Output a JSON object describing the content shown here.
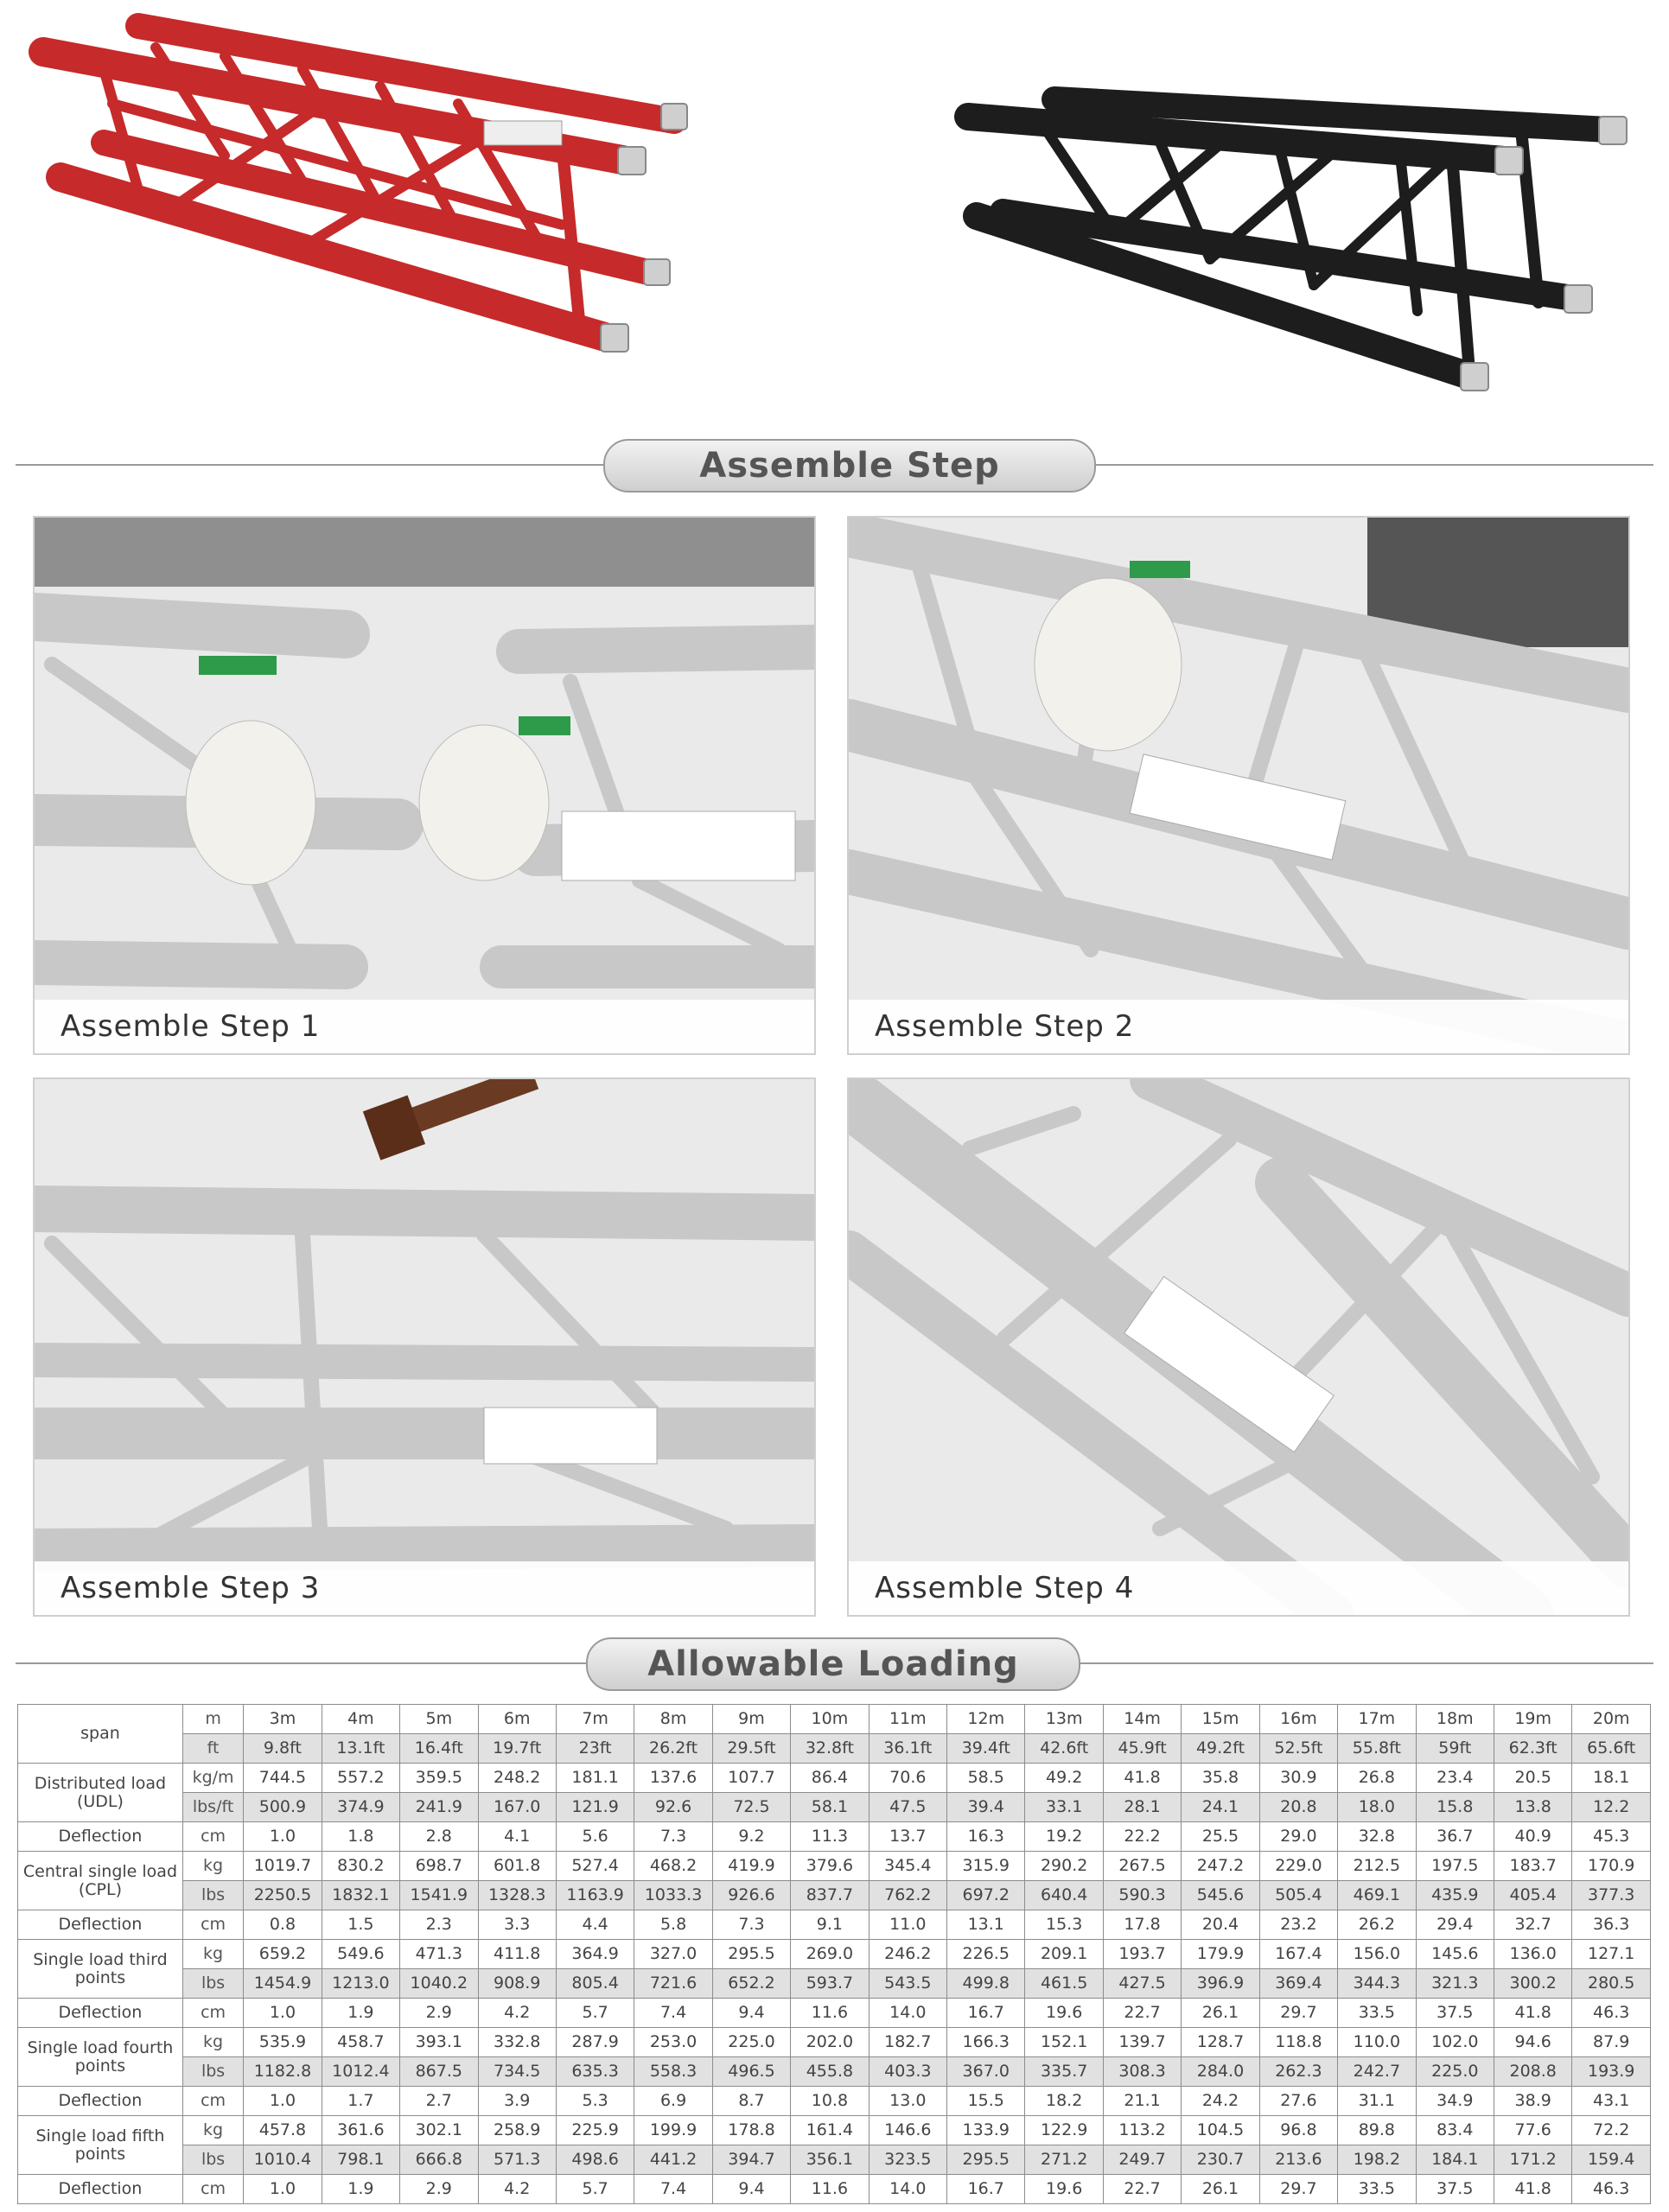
{
  "colors": {
    "red_truss": "#c62a2a",
    "black_truss": "#1d1d1d",
    "pill_border": "#9a9a9a"
  },
  "sections": {
    "assemble": "Assemble Step",
    "loading": "Allowable Loading"
  },
  "steps": [
    {
      "caption": "Assemble Step 1"
    },
    {
      "caption": "Assemble Step 2"
    },
    {
      "caption": "Assemble Step 3"
    },
    {
      "caption": "Assemble Step 4"
    }
  ],
  "table": {
    "header": {
      "label": "span",
      "unit_m": "m",
      "unit_ft": "ft",
      "meters": [
        "3m",
        "4m",
        "5m",
        "6m",
        "7m",
        "8m",
        "9m",
        "10m",
        "11m",
        "12m",
        "13m",
        "14m",
        "15m",
        "16m",
        "17m",
        "18m",
        "19m",
        "20m"
      ],
      "feet": [
        "9.8ft",
        "13.1ft",
        "16.4ft",
        "19.7ft",
        "23ft",
        "26.2ft",
        "29.5ft",
        "32.8ft",
        "36.1ft",
        "39.4ft",
        "42.6ft",
        "45.9ft",
        "49.2ft",
        "52.5ft",
        "55.8ft",
        "59ft",
        "62.3ft",
        "65.6ft"
      ]
    },
    "groups": [
      {
        "label": "Distributed load (UDL)",
        "rows": [
          {
            "unit": "kg/m",
            "values": [
              "744.5",
              "557.2",
              "359.5",
              "248.2",
              "181.1",
              "137.6",
              "107.7",
              "86.4",
              "70.6",
              "58.5",
              "49.2",
              "41.8",
              "35.8",
              "30.9",
              "26.8",
              "23.4",
              "20.5",
              "18.1"
            ]
          },
          {
            "unit": "lbs/ft",
            "values": [
              "500.9",
              "374.9",
              "241.9",
              "167.0",
              "121.9",
              "92.6",
              "72.5",
              "58.1",
              "47.5",
              "39.4",
              "33.1",
              "28.1",
              "24.1",
              "20.8",
              "18.0",
              "15.8",
              "13.8",
              "12.2"
            ]
          }
        ],
        "deflection": {
          "label": "Deflection",
          "unit": "cm",
          "values": [
            "1.0",
            "1.8",
            "2.8",
            "4.1",
            "5.6",
            "7.3",
            "9.2",
            "11.3",
            "13.7",
            "16.3",
            "19.2",
            "22.2",
            "25.5",
            "29.0",
            "32.8",
            "36.7",
            "40.9",
            "45.3"
          ]
        }
      },
      {
        "label": "Central single load (CPL)",
        "rows": [
          {
            "unit": "kg",
            "values": [
              "1019.7",
              "830.2",
              "698.7",
              "601.8",
              "527.4",
              "468.2",
              "419.9",
              "379.6",
              "345.4",
              "315.9",
              "290.2",
              "267.5",
              "247.2",
              "229.0",
              "212.5",
              "197.5",
              "183.7",
              "170.9"
            ]
          },
          {
            "unit": "lbs",
            "values": [
              "2250.5",
              "1832.1",
              "1541.9",
              "1328.3",
              "1163.9",
              "1033.3",
              "926.6",
              "837.7",
              "762.2",
              "697.2",
              "640.4",
              "590.3",
              "545.6",
              "505.4",
              "469.1",
              "435.9",
              "405.4",
              "377.3"
            ]
          }
        ],
        "deflection": {
          "label": "Deflection",
          "unit": "cm",
          "values": [
            "0.8",
            "1.5",
            "2.3",
            "3.3",
            "4.4",
            "5.8",
            "7.3",
            "9.1",
            "11.0",
            "13.1",
            "15.3",
            "17.8",
            "20.4",
            "23.2",
            "26.2",
            "29.4",
            "32.7",
            "36.3"
          ]
        }
      },
      {
        "label": "Single load third points",
        "rows": [
          {
            "unit": "kg",
            "values": [
              "659.2",
              "549.6",
              "471.3",
              "411.8",
              "364.9",
              "327.0",
              "295.5",
              "269.0",
              "246.2",
              "226.5",
              "209.1",
              "193.7",
              "179.9",
              "167.4",
              "156.0",
              "145.6",
              "136.0",
              "127.1"
            ]
          },
          {
            "unit": "lbs",
            "values": [
              "1454.9",
              "1213.0",
              "1040.2",
              "908.9",
              "805.4",
              "721.6",
              "652.2",
              "593.7",
              "543.5",
              "499.8",
              "461.5",
              "427.5",
              "396.9",
              "369.4",
              "344.3",
              "321.3",
              "300.2",
              "280.5"
            ]
          }
        ],
        "deflection": {
          "label": "Deflection",
          "unit": "cm",
          "values": [
            "1.0",
            "1.9",
            "2.9",
            "4.2",
            "5.7",
            "7.4",
            "9.4",
            "11.6",
            "14.0",
            "16.7",
            "19.6",
            "22.7",
            "26.1",
            "29.7",
            "33.5",
            "37.5",
            "41.8",
            "46.3"
          ]
        }
      },
      {
        "label": "Single load fourth points",
        "rows": [
          {
            "unit": "kg",
            "values": [
              "535.9",
              "458.7",
              "393.1",
              "332.8",
              "287.9",
              "253.0",
              "225.0",
              "202.0",
              "182.7",
              "166.3",
              "152.1",
              "139.7",
              "128.7",
              "118.8",
              "110.0",
              "102.0",
              "94.6",
              "87.9"
            ]
          },
          {
            "unit": "lbs",
            "values": [
              "1182.8",
              "1012.4",
              "867.5",
              "734.5",
              "635.3",
              "558.3",
              "496.5",
              "455.8",
              "403.3",
              "367.0",
              "335.7",
              "308.3",
              "284.0",
              "262.3",
              "242.7",
              "225.0",
              "208.8",
              "193.9"
            ]
          }
        ],
        "deflection": {
          "label": "Deflection",
          "unit": "cm",
          "values": [
            "1.0",
            "1.7",
            "2.7",
            "3.9",
            "5.3",
            "6.9",
            "8.7",
            "10.8",
            "13.0",
            "15.5",
            "18.2",
            "21.1",
            "24.2",
            "27.6",
            "31.1",
            "34.9",
            "38.9",
            "43.1"
          ]
        }
      },
      {
        "label": "Single load fifth points",
        "rows": [
          {
            "unit": "kg",
            "values": [
              "457.8",
              "361.6",
              "302.1",
              "258.9",
              "225.9",
              "199.9",
              "178.8",
              "161.4",
              "146.6",
              "133.9",
              "122.9",
              "113.2",
              "104.5",
              "96.8",
              "89.8",
              "83.4",
              "77.6",
              "72.2"
            ]
          },
          {
            "unit": "lbs",
            "values": [
              "1010.4",
              "798.1",
              "666.8",
              "571.3",
              "498.6",
              "441.2",
              "394.7",
              "356.1",
              "323.5",
              "295.5",
              "271.2",
              "249.7",
              "230.7",
              "213.6",
              "198.2",
              "184.1",
              "171.2",
              "159.4"
            ]
          }
        ],
        "deflection": {
          "label": "Deflection",
          "unit": "cm",
          "values": [
            "1.0",
            "1.9",
            "2.9",
            "4.2",
            "5.7",
            "7.4",
            "9.4",
            "11.6",
            "14.0",
            "16.7",
            "19.6",
            "22.7",
            "26.1",
            "29.7",
            "33.5",
            "37.5",
            "41.8",
            "46.3"
          ]
        }
      }
    ]
  }
}
